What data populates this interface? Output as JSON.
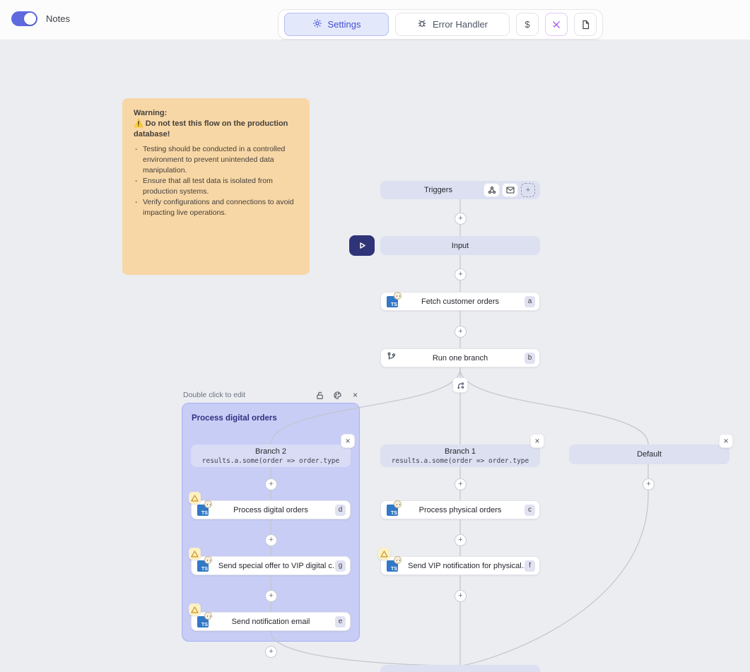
{
  "icons": {
    "plus": "+",
    "close": "×",
    "ts": "TS"
  },
  "header": {
    "notes_label": "Notes",
    "settings_label": "Settings",
    "error_handler_label": "Error Handler",
    "dollar_label": "$"
  },
  "note": {
    "title": "Warning:",
    "alert": "⚠️ Do not test this flow on the production database!",
    "bullets": [
      "Testing should be conducted in a controlled environment to prevent unintended data manipulation.",
      "Ensure that all test data is isolated from production systems.",
      "Verify configurations and connections to avoid impacting live operations."
    ]
  },
  "flow": {
    "triggers_label": "Triggers",
    "input_label": "Input",
    "group": {
      "hint": "Double click to edit",
      "title": "Process digital orders"
    },
    "branches": {
      "branch2": {
        "label": "Branch 2",
        "expr": "results.a.some(order => order.type"
      },
      "branch1": {
        "label": "Branch 1",
        "expr": "results.a.some(order => order.type"
      },
      "default": {
        "label": "Default"
      }
    },
    "steps": {
      "a": {
        "title": "Fetch customer orders",
        "badge": "a"
      },
      "b": {
        "title": "Run one branch",
        "badge": "b"
      },
      "c": {
        "title": "Process physical orders",
        "badge": "c"
      },
      "d": {
        "title": "Process digital orders",
        "badge": "d"
      },
      "e": {
        "title": "Send notification email",
        "badge": "e"
      },
      "f": {
        "title": "Send VIP notification for physical...",
        "badge": "f"
      },
      "g": {
        "title": "Send special offer to VIP digital c...",
        "badge": "g"
      }
    },
    "colors": {
      "accent": "#5f6ae0",
      "group_bg": "#c8cdf6",
      "node_lavender": "#dce0f1",
      "warning_note_bg": "#f8d7a6",
      "run_button_bg": "#2f3377"
    }
  }
}
